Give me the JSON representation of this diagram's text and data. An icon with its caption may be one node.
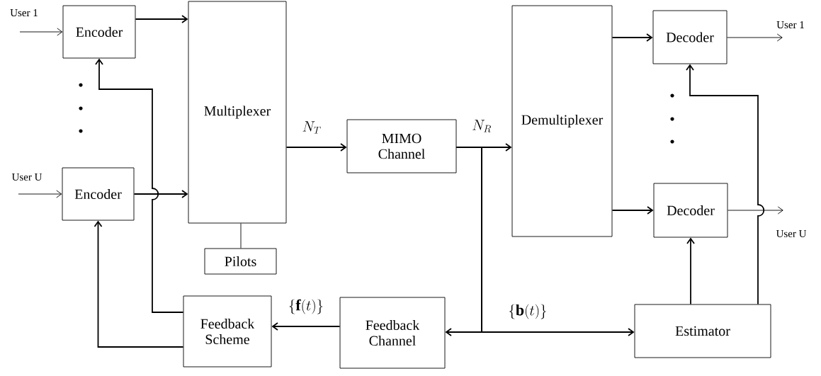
{
  "diagram": {
    "nodes": [
      {
        "text": [
          "Encoder"
        ]
      },
      {
        "text": [
          "Encoder"
        ]
      },
      {
        "text": [
          "Multiplexer"
        ]
      },
      {
        "text": [
          "Pilots"
        ]
      },
      {
        "text": [
          "MIMO Channel"
        ]
      },
      {
        "text": [
          "Demultiplexer"
        ]
      },
      {
        "text": [
          "Decoder"
        ]
      },
      {
        "text": [
          "Decoder"
        ]
      },
      {
        "text": [
          "Estimator"
        ]
      },
      {
        "text": [
          "Feedback Channel"
        ]
      },
      {
        "text": [
          "Feedback Scheme"
        ]
      },
      {
        "text": [
          "User 1"
        ]
      },
      {
        "text": [
          "User U"
        ]
      },
      {
        "text": [
          "User 1"
        ]
      },
      {
        "text": [
          "User U"
        ]
      }
    ],
    "edges": [
      {
        "from": 11,
        "to": 0,
        "arrow": "to"
      },
      {
        "from": 12,
        "to": 1,
        "arrow": "to"
      },
      {
        "from": 0,
        "to": 2,
        "arrow": "to"
      },
      {
        "from": 1,
        "to": 2,
        "arrow": "to"
      },
      {
        "from": 3,
        "to": 2,
        "arrow": "none"
      },
      {
        "from": 2,
        "to": 4,
        "arrow": "to",
        "label": "N_T"
      },
      {
        "from": 4,
        "to": 5,
        "arrow": "to",
        "label": "N_R"
      },
      {
        "from": 5,
        "to": 6,
        "arrow": "to"
      },
      {
        "from": 5,
        "to": 7,
        "arrow": "to"
      },
      {
        "from": 6,
        "to": 13,
        "arrow": "to"
      },
      {
        "from": 7,
        "to": 14,
        "arrow": "to"
      },
      {
        "from": 4,
        "to": 9,
        "arrow": "to"
      },
      {
        "from": 4,
        "to": 8,
        "arrow": "to",
        "label": "\\{\\mathbf{b}(t)\\}"
      },
      {
        "from": 9,
        "to": 10,
        "arrow": "to",
        "label": "\\{\\mathbf{f}(t)\\}"
      },
      {
        "from": 10,
        "to": 0,
        "arrow": "to"
      },
      {
        "from": 10,
        "to": 1,
        "arrow": "to"
      },
      {
        "from": 8,
        "to": 6,
        "arrow": "to"
      },
      {
        "from": 8,
        "to": 7,
        "arrow": "to"
      }
    ]
  }
}
